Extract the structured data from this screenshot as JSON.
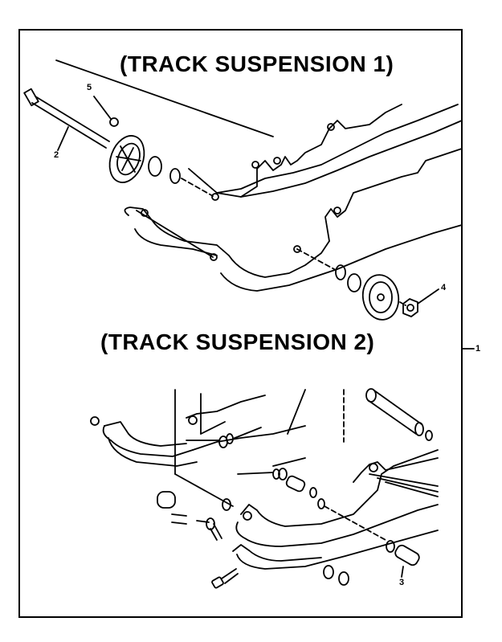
{
  "titles": {
    "suspension_1": "(TRACK SUSPENSION 1)",
    "suspension_2": "(TRACK SUSPENSION 2)"
  },
  "callouts": {
    "c1": "1",
    "c2": "2",
    "c3": "3",
    "c4": "4",
    "c5": "5"
  }
}
